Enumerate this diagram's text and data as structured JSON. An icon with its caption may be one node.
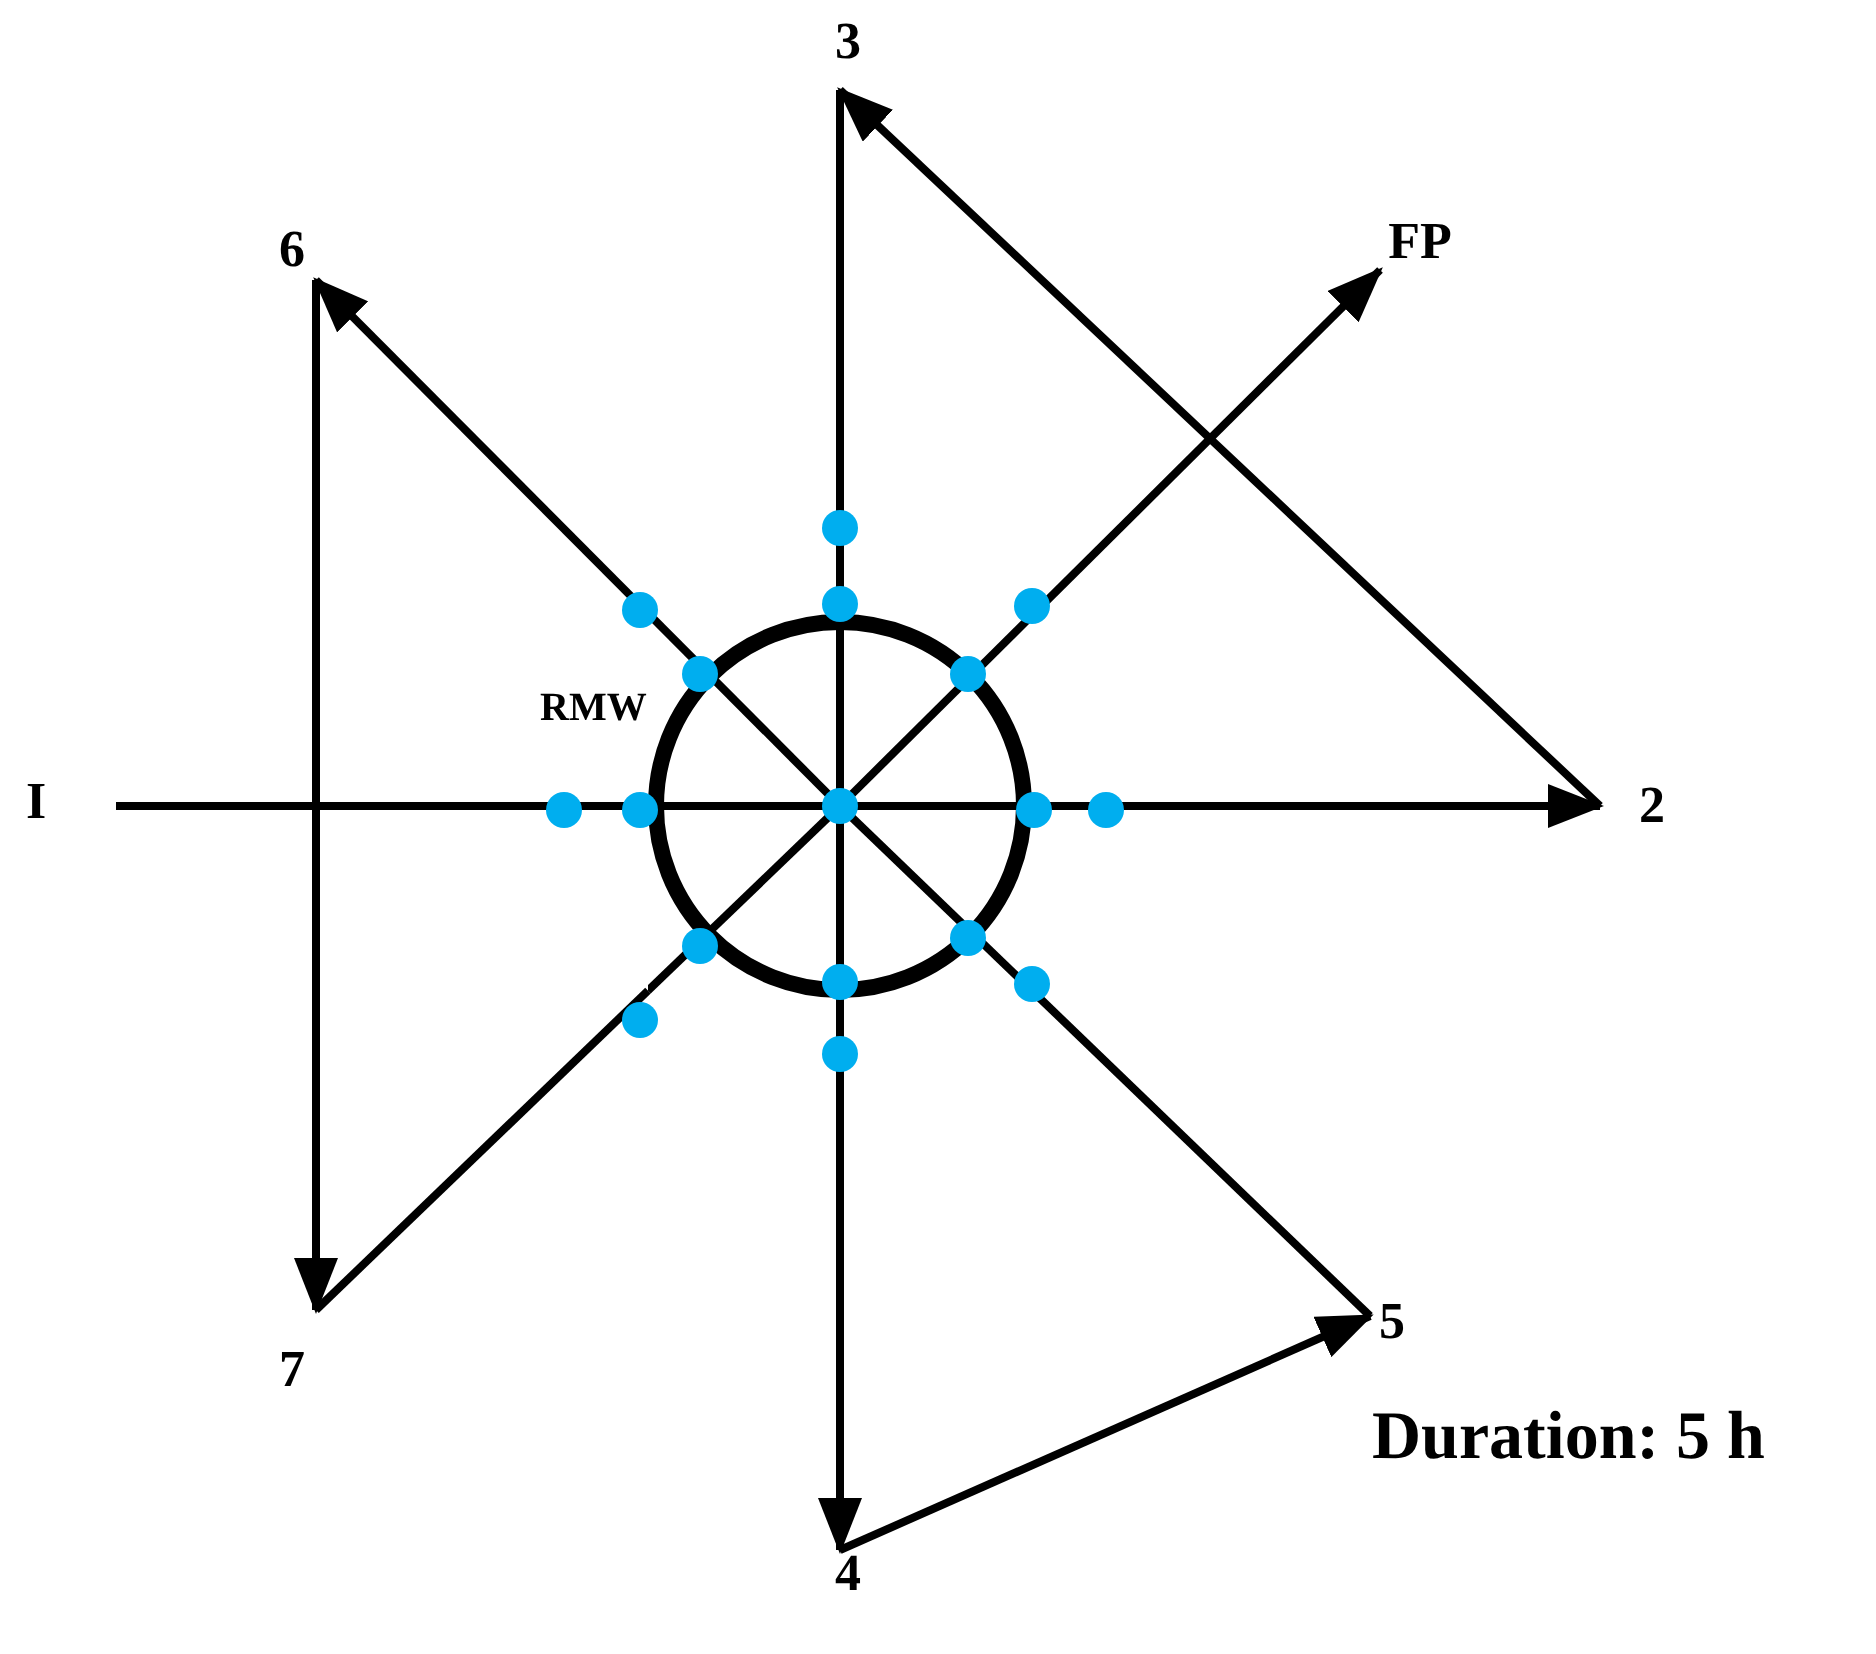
{
  "diagram": {
    "nodes": [
      {
        "text": [
          "I"
        ]
      },
      {
        "text": [
          "2"
        ]
      },
      {
        "text": [
          "3"
        ]
      },
      {
        "text": [
          "4"
        ]
      },
      {
        "text": [
          "5"
        ]
      },
      {
        "text": [
          "6"
        ]
      },
      {
        "text": [
          "7"
        ]
      },
      {
        "text": [
          "FP"
        ]
      },
      {
        "text": [],
        "shape": "circle",
        "beside": [
          "RMW"
        ]
      }
    ],
    "edges": [
      {
        "from": 0,
        "to": 8,
        "arrow": "none"
      },
      {
        "from": 8,
        "to": 1,
        "arrow": "to"
      },
      {
        "from": 1,
        "to": 2,
        "arrow": "to"
      },
      {
        "from": 2,
        "to": 8,
        "arrow": "none"
      },
      {
        "from": 8,
        "to": 3,
        "arrow": "to"
      },
      {
        "from": 3,
        "to": 4,
        "arrow": "to"
      },
      {
        "from": 4,
        "to": 8,
        "arrow": "none"
      },
      {
        "from": 8,
        "to": 5,
        "arrow": "to"
      },
      {
        "from": 5,
        "to": 6,
        "arrow": "to"
      },
      {
        "from": 6,
        "to": 8,
        "arrow": "none"
      },
      {
        "from": 8,
        "to": 7,
        "arrow": "to"
      }
    ],
    "labels": [
      "Duration: 5 h"
    ]
  }
}
